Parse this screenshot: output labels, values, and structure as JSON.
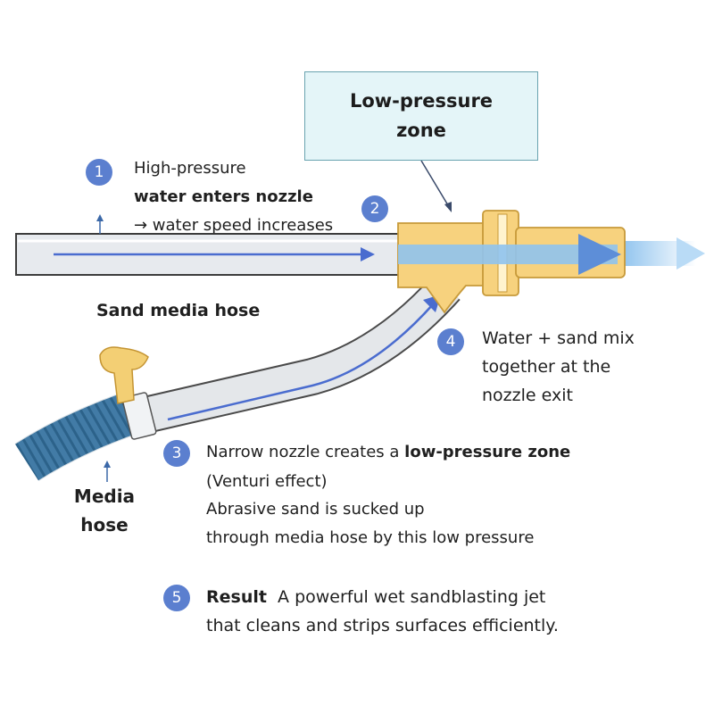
{
  "callout": {
    "line1": "Low-pressure",
    "line2": "zone"
  },
  "labels": {
    "sand_media_hose": "Sand media hose",
    "media_hose_line1": "Media",
    "media_hose_line2": "hose"
  },
  "steps": [
    {
      "number": "1",
      "line1": "High-pressure",
      "line2": "water enters  nozzle",
      "line3": "→ water speed increases"
    },
    {
      "number": "2"
    },
    {
      "number": "3",
      "line1_prefix": "Narrow nozzle  creates a ",
      "line1_bold": "low-pressure zone",
      "line2": "(Venturi effect)",
      "line3": "Abrasive sand is sucked up",
      "line4": "through media hose by this low pressure"
    },
    {
      "number": "4",
      "line1": "Water + sand mix",
      "line2": "together at the",
      "line3": "nozzle exit"
    },
    {
      "number": "5",
      "title": "Result",
      "line1": "  A powerful wet sandblasting jet",
      "line2": "that cleans and strips surfaces efficiently."
    }
  ],
  "colors": {
    "pipe": "#e7eaee",
    "pipe_outline": "#3c3c3c",
    "nozzle": "#f7d27e",
    "nozzle_outline": "#c79a3a",
    "flow_arrow": "#4a6ccf",
    "jet": "#7fb6e6",
    "media_hose": "#3f7ba6",
    "badge": "#5b7fcf",
    "callout_bg": "#e4f5f8"
  }
}
